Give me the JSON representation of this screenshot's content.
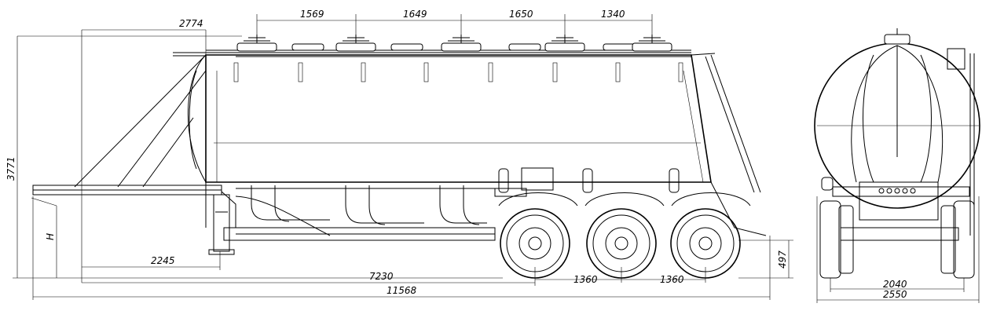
{
  "dimensions": {
    "top_offset": "2774",
    "hatch_spacing_1": "1569",
    "hatch_spacing_2": "1649",
    "hatch_spacing_3": "1650",
    "hatch_spacing_4": "1340",
    "overall_height": "3771",
    "coupling_height": "H",
    "kingpin_to_leg": "2245",
    "kingpin_to_first_axle": "7230",
    "axle_spacing_1": "1360",
    "axle_spacing_2": "1360",
    "overall_length": "11568",
    "rear_height": "497",
    "track_width": "2040",
    "overall_width": "2550"
  }
}
